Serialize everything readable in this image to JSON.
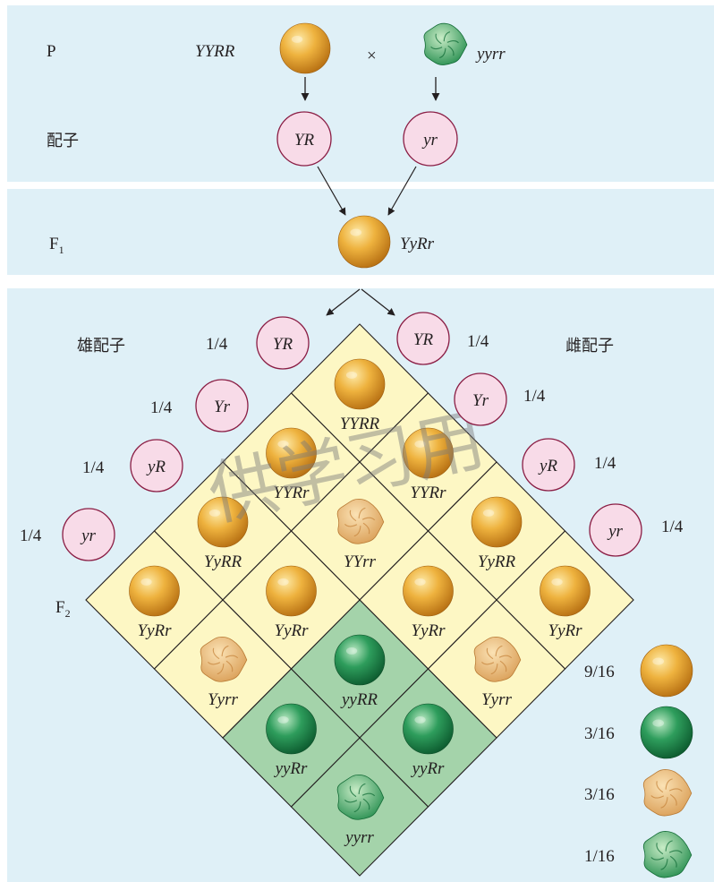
{
  "parents": {
    "label": "P",
    "left_genotype": "YYRR",
    "cross_symbol": "×",
    "right_genotype": "yyrr"
  },
  "gametes": {
    "label": "配子",
    "left": "YR",
    "right": "yr"
  },
  "f1": {
    "label": "F",
    "label_sub": "1",
    "genotype": "YyRr"
  },
  "f2": {
    "label": "F",
    "label_sub": "2",
    "male_label": "雄配子",
    "female_label": "雌配子",
    "male_gametes": [
      {
        "name": "YR",
        "freq": "1/4"
      },
      {
        "name": "Yr",
        "freq": "1/4"
      },
      {
        "name": "yR",
        "freq": "1/4"
      },
      {
        "name": "yr",
        "freq": "1/4"
      }
    ],
    "female_gametes": [
      {
        "name": "YR",
        "freq": "1/4"
      },
      {
        "name": "Yr",
        "freq": "1/4"
      },
      {
        "name": "yR",
        "freq": "1/4"
      },
      {
        "name": "yr",
        "freq": "1/4"
      }
    ],
    "grid": [
      [
        "YYRR",
        "YYRr",
        "YyRR",
        "YyRr"
      ],
      [
        "YYRr",
        "YYrr",
        "YyRr",
        "Yyrr"
      ],
      [
        "YyRR",
        "YyRr",
        "yyRR",
        "yyRr"
      ],
      [
        "YyRr",
        "Yyrr",
        "yyRr",
        "yyrr"
      ]
    ]
  },
  "legend": [
    {
      "ratio": "9/16",
      "phenotype": "yellow-round"
    },
    {
      "ratio": "3/16",
      "phenotype": "green-round"
    },
    {
      "ratio": "3/16",
      "phenotype": "yellow-wrinkled"
    },
    {
      "ratio": "1/16",
      "phenotype": "green-wrinkled"
    }
  ],
  "watermark": "供学习用",
  "colors": {
    "panel_bg": "#dff0f7",
    "cell_yellow": "#fdf7c4",
    "cell_green": "#a4d3aa",
    "gamete_fill": "#f8dbe8",
    "gamete_stroke": "#8a1d44",
    "pea_yellow": "#e7a52a",
    "pea_green": "#2c9a57"
  }
}
